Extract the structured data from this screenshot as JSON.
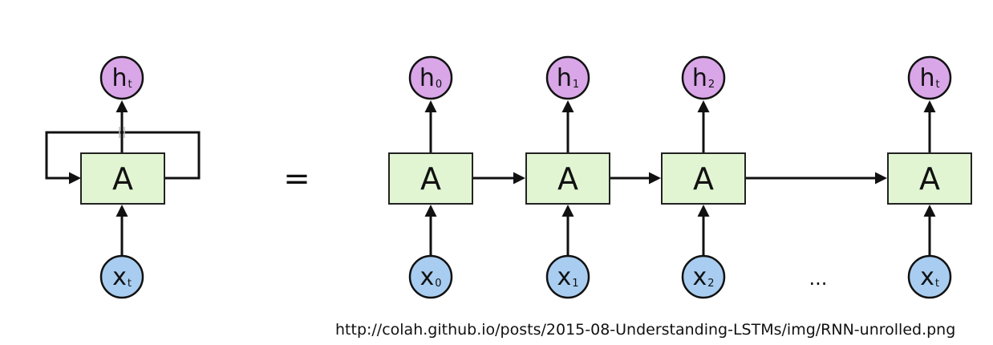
{
  "diagram": {
    "cell_label": "A",
    "equals": "=",
    "ellipsis": "...",
    "rolled": {
      "output": {
        "main": "h",
        "sub": "t"
      },
      "input": {
        "main": "x",
        "sub": "t"
      }
    },
    "unrolled": [
      {
        "output": {
          "main": "h",
          "sub": "0"
        },
        "input": {
          "main": "x",
          "sub": "0"
        }
      },
      {
        "output": {
          "main": "h",
          "sub": "1"
        },
        "input": {
          "main": "x",
          "sub": "1"
        }
      },
      {
        "output": {
          "main": "h",
          "sub": "2"
        },
        "input": {
          "main": "x",
          "sub": "2"
        }
      },
      {
        "output": {
          "main": "h",
          "sub": "t"
        },
        "input": {
          "main": "x",
          "sub": "t"
        }
      }
    ]
  },
  "source_url": "http://colah.github.io/posts/2015-08-Understanding-LSTMs/img/RNN-unrolled.png",
  "colors": {
    "cell_fill": "#e2f5d3",
    "output_fill": "#d9a6e8",
    "input_fill": "#a8cdf0"
  }
}
